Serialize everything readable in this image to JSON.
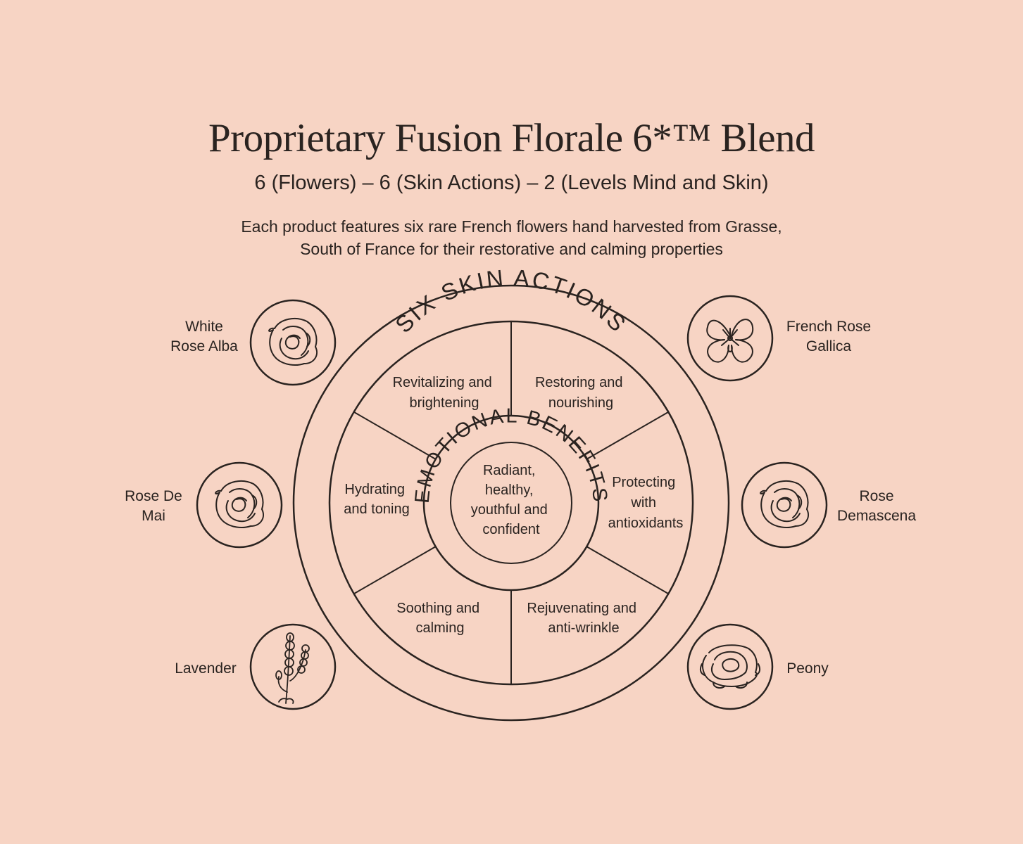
{
  "title": "Proprietary Fusion Florale 6*™ Blend",
  "subtitle": "6 (Flowers) – 6 (Skin Actions) – 2 (Levels Mind and Skin)",
  "description": [
    "Each product features six rare French flowers hand harvested from Grasse,",
    "South of France for their restorative and calming properties"
  ],
  "wheel": {
    "outer_ring_label": "SIX SKIN ACTIONS",
    "inner_ring_label": "EMOTIONAL BENEFITS",
    "center_text": [
      "Radiant,",
      "healthy,",
      "youthful and",
      "confident"
    ],
    "skin_actions": [
      [
        "Revitalizing and",
        "brightening"
      ],
      [
        "Restoring and",
        "nourishing"
      ],
      [
        "Protecting",
        "with",
        "antioxidants"
      ],
      [
        "Rejuvenating and",
        "anti-wrinkle"
      ],
      [
        "Soothing and",
        "calming"
      ],
      [
        "Hydrating",
        "and toning"
      ]
    ]
  },
  "flowers": [
    {
      "name": [
        "White",
        "Rose Alba"
      ],
      "icon": "rose-icon"
    },
    {
      "name": [
        "French Rose",
        "Gallica"
      ],
      "icon": "open-rose-icon"
    },
    {
      "name": [
        "Rose De",
        "Mai"
      ],
      "icon": "rose-icon"
    },
    {
      "name": [
        "Rose",
        "Demascena"
      ],
      "icon": "rose-icon"
    },
    {
      "name": [
        "Lavender"
      ],
      "icon": "lavender-icon"
    },
    {
      "name": [
        "Peony"
      ],
      "icon": "peony-icon"
    }
  ],
  "colors": {
    "background": "#f7d4c4",
    "ink": "#2a2320"
  }
}
